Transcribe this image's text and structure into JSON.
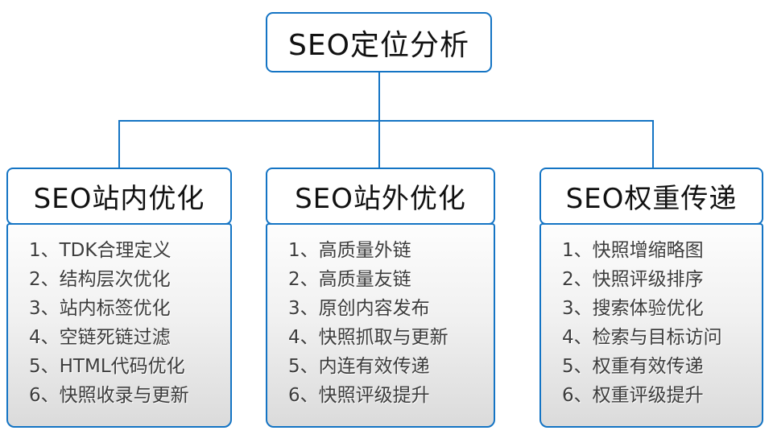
{
  "diagram": {
    "root": {
      "title": "SEO定位分析"
    },
    "columns": [
      {
        "title": "SEO站内优化",
        "items": [
          "1、TDK合理定义",
          "2、结构层次优化",
          "3、站内标签优化",
          "4、空链死链过滤",
          "5、HTML代码优化",
          "6、快照收录与更新"
        ]
      },
      {
        "title": "SEO站外优化",
        "items": [
          "1、高质量外链",
          "2、高质量友链",
          "3、原创内容发布",
          "4、快照抓取与更新",
          "5、内连有效传递",
          "6、快照评级提升"
        ]
      },
      {
        "title": "SEO权重传递",
        "items": [
          "1、快照增缩略图",
          "2、快照评级排序",
          "3、搜索体验优化",
          "4、检索与目标访问",
          "5、权重有效传递",
          "6、权重评级提升"
        ]
      }
    ],
    "colors": {
      "accent_blue": "#1474C4",
      "node_background": "#ffffff",
      "list_gradient_top": "#fdfdfd",
      "list_gradient_bottom": "#dbdbdb",
      "header_text": "#111111",
      "item_text": "#3c3c3c"
    }
  }
}
